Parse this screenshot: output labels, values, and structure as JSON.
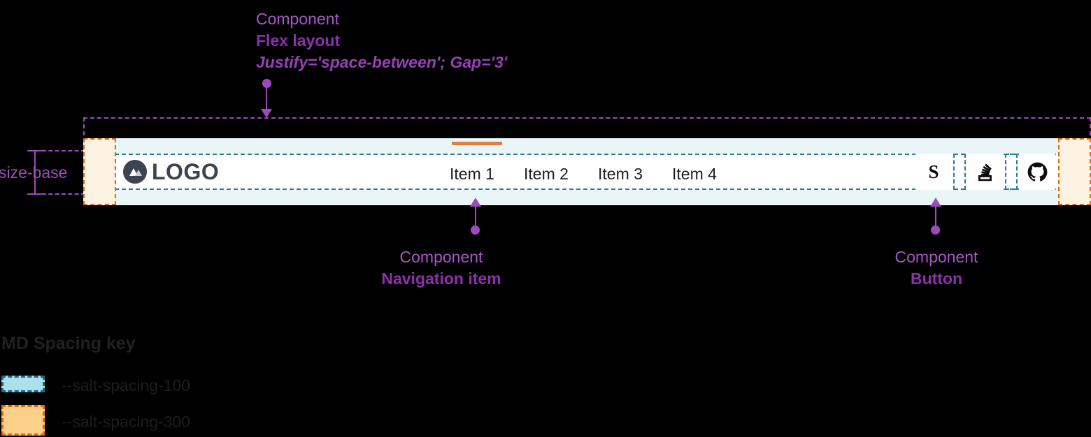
{
  "annotations": {
    "flex": {
      "kind": "Component",
      "name": "Flex layout",
      "props": "Justify='space-between'; Gap='3'"
    },
    "nav_item": {
      "kind": "Component",
      "name": "Navigation item"
    },
    "button": {
      "kind": "Component",
      "name": "Button"
    },
    "size_base": "size-base"
  },
  "navbar": {
    "logo": {
      "icon": "mountain-logo-icon",
      "text": "LOGO"
    },
    "items": [
      {
        "label": "Item 1",
        "active": true
      },
      {
        "label": "Item 2",
        "active": false
      },
      {
        "label": "Item 3",
        "active": false
      },
      {
        "label": "Item 4",
        "active": false
      }
    ],
    "icon_buttons": [
      {
        "name": "salt-logo-icon",
        "glyph": "S"
      },
      {
        "name": "stack-overflow-icon",
        "glyph": ""
      },
      {
        "name": "github-icon",
        "glyph": ""
      }
    ]
  },
  "spacing_key": {
    "title": "MD Spacing key",
    "entries": [
      {
        "label": "--salt-spacing-100",
        "color": "#ade0ea",
        "border": "#1c6a86"
      },
      {
        "label": "--salt-spacing-300",
        "color": "#fbd08b",
        "border": "#e4690b"
      }
    ]
  }
}
